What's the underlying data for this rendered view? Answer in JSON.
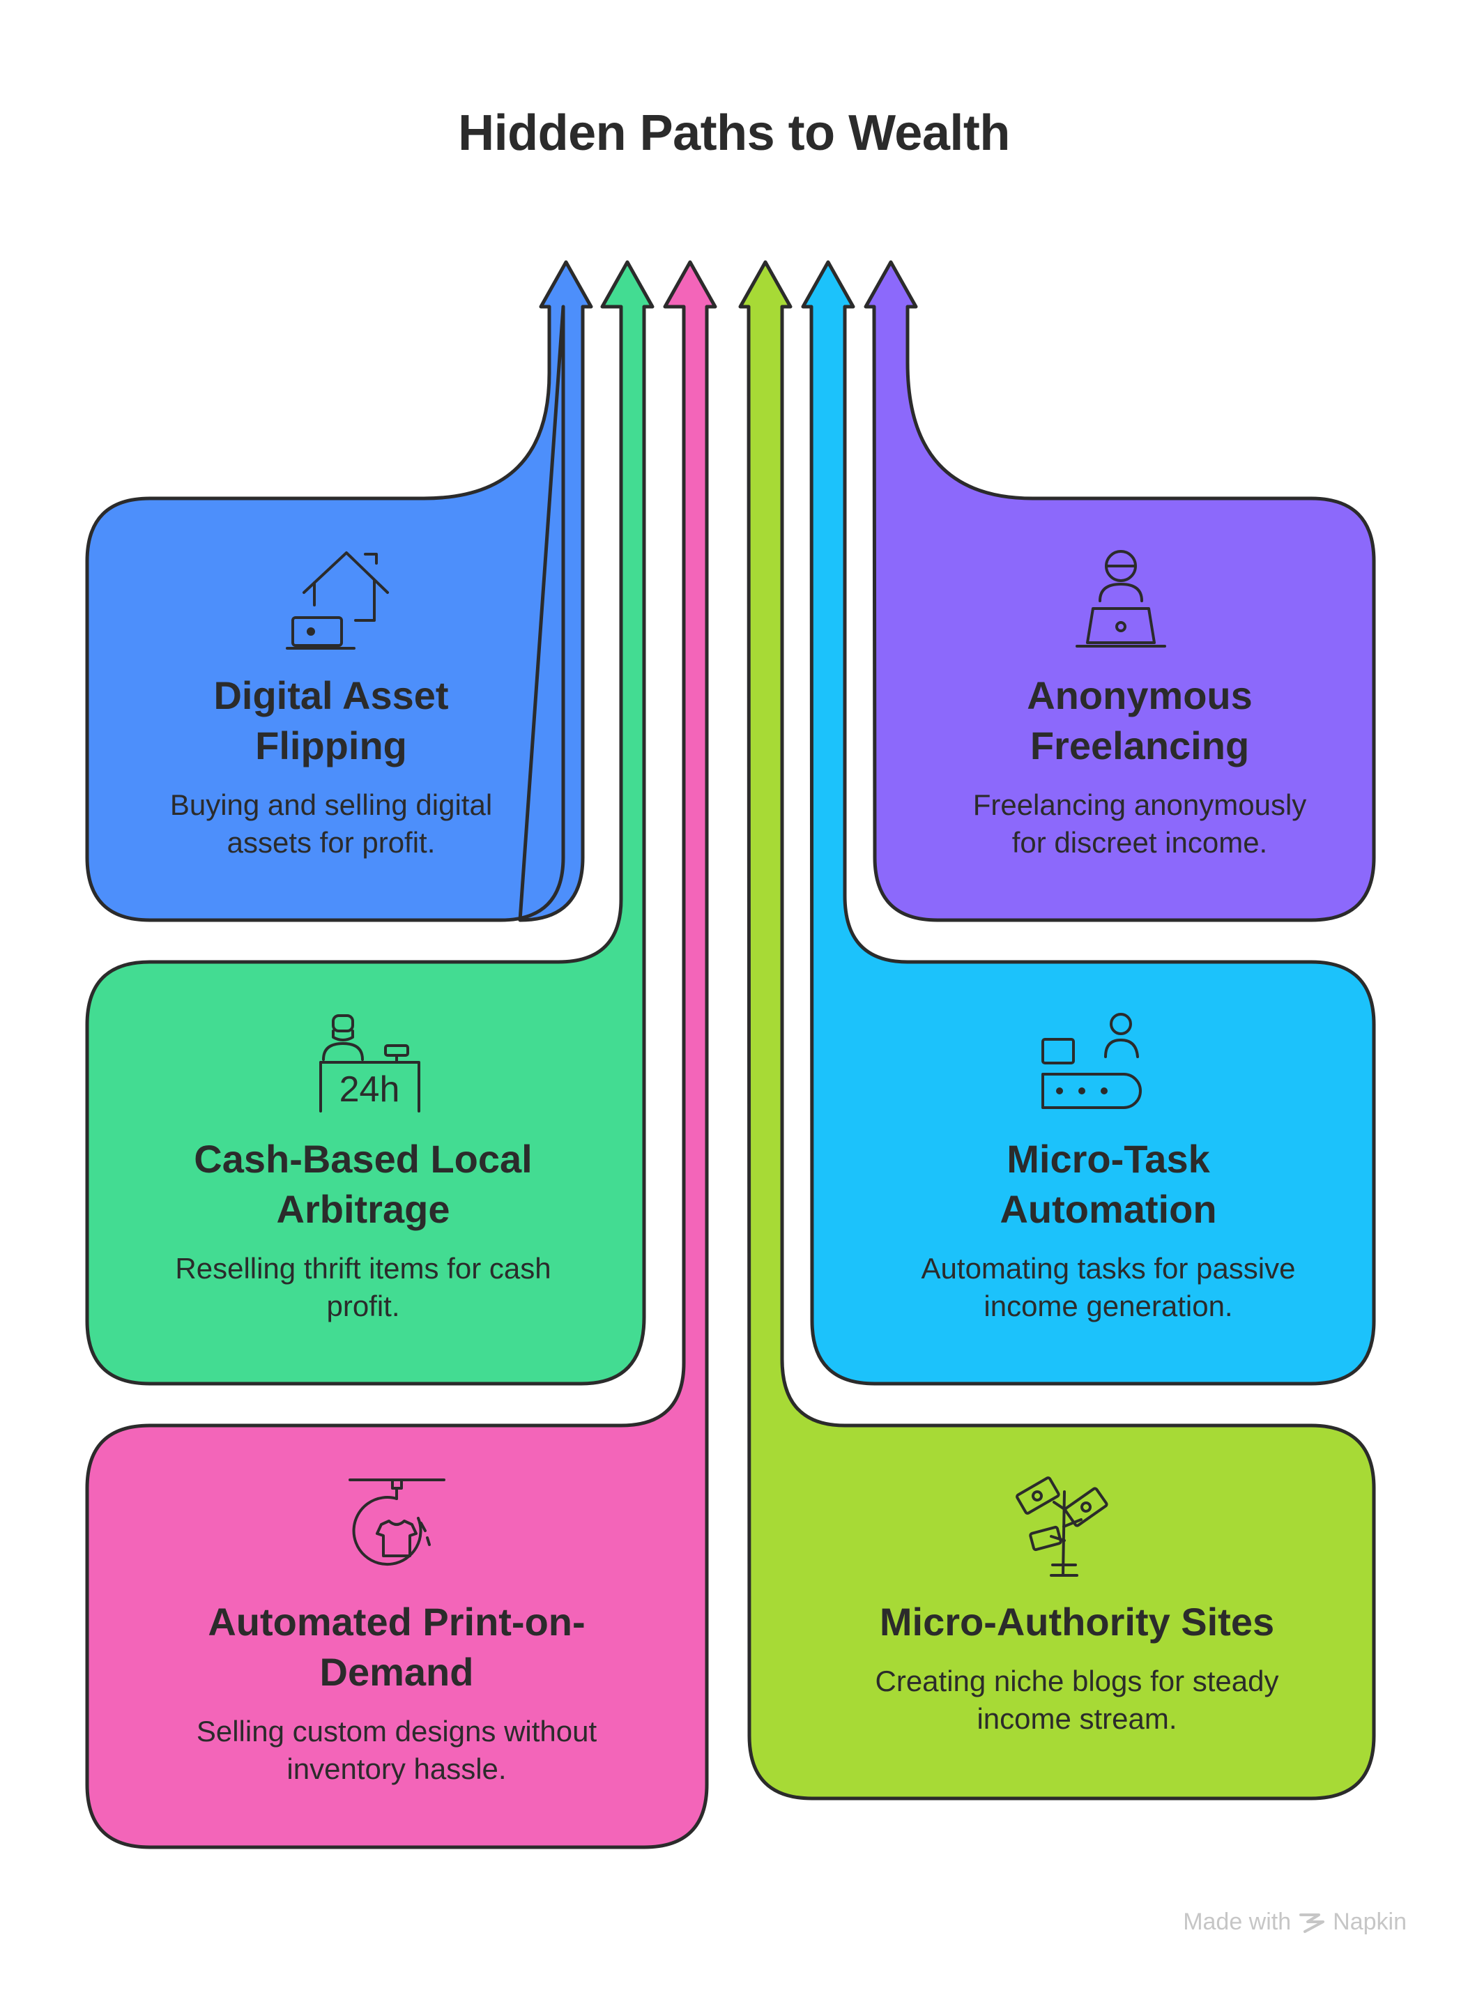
{
  "title": "Hidden Paths to Wealth",
  "colors": {
    "blue": "#4d8ffb",
    "green": "#43dc92",
    "pink": "#f365b9",
    "lime": "#a7da36",
    "cyan": "#1cc2fb",
    "purple": "#8c69fb",
    "outline": "#2b2b2b"
  },
  "paths": [
    {
      "id": "digital-asset-flipping",
      "title_line1": "Digital Asset",
      "title_line2": "Flipping",
      "desc_line1": "Buying and selling digital",
      "desc_line2": "assets for profit.",
      "icon": "house-laptop-icon",
      "color": "blue"
    },
    {
      "id": "cash-based-local-arbitrage",
      "title_line1": "Cash-Based Local",
      "title_line2": "Arbitrage",
      "desc_line1": "Reselling thrift items for cash",
      "desc_line2": "profit.",
      "icon": "24h-shop-icon",
      "color": "green"
    },
    {
      "id": "automated-print-on-demand",
      "title_line1": "Automated Print-on-",
      "title_line2": "Demand",
      "desc_line1": "Selling custom designs without",
      "desc_line2": "inventory hassle.",
      "icon": "tshirt-print-icon",
      "color": "pink"
    },
    {
      "id": "micro-authority-sites",
      "title_line1": "Micro-Authority Sites",
      "title_line2": "",
      "desc_line1": "Creating niche blogs for steady",
      "desc_line2": "income stream.",
      "icon": "money-plant-icon",
      "color": "lime"
    },
    {
      "id": "micro-task-automation",
      "title_line1": "Micro-Task",
      "title_line2": "Automation",
      "desc_line1": "Automating tasks for passive",
      "desc_line2": "income generation.",
      "icon": "conveyor-worker-icon",
      "color": "cyan"
    },
    {
      "id": "anonymous-freelancing",
      "title_line1": "Anonymous",
      "title_line2": "Freelancing",
      "desc_line1": "Freelancing anonymously",
      "desc_line2": "for discreet income.",
      "icon": "person-laptop-icon",
      "color": "purple"
    }
  ],
  "footer": {
    "made_with": "Made with",
    "brand": "Napkin"
  }
}
